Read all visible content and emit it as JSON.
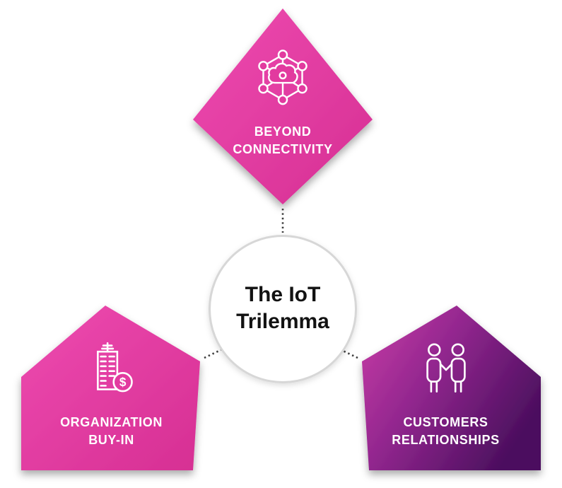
{
  "diagram": {
    "title": {
      "line1": "The IoT",
      "line2": "Trilemma"
    },
    "nodes": {
      "top": {
        "line1": "BEYOND",
        "line2": "CONNECTIVITY",
        "icon": "iot-network-icon"
      },
      "left": {
        "line1": "ORGANIZATION",
        "line2": "BUY-IN",
        "icon": "building-dollar-icon"
      },
      "right": {
        "line1": "CUSTOMERS",
        "line2": "RELATIONSHIPS",
        "icon": "handshake-people-icon"
      }
    },
    "glyphs": {
      "dollar": "$"
    },
    "colors": {
      "pink": "#e23a9f",
      "pink_gradient_start": "#ee4bb0",
      "pink_gradient_end": "#d62f93",
      "purple_gradient_start": "#cb3da7",
      "purple_gradient_mid": "#93278f",
      "purple_gradient_end": "#4c0f5f",
      "circle_border": "#d7d7d7",
      "connector_dots": "#3c3c3c",
      "label_text": "#ffffff",
      "title_text": "#121212",
      "background": "#ffffff"
    }
  }
}
